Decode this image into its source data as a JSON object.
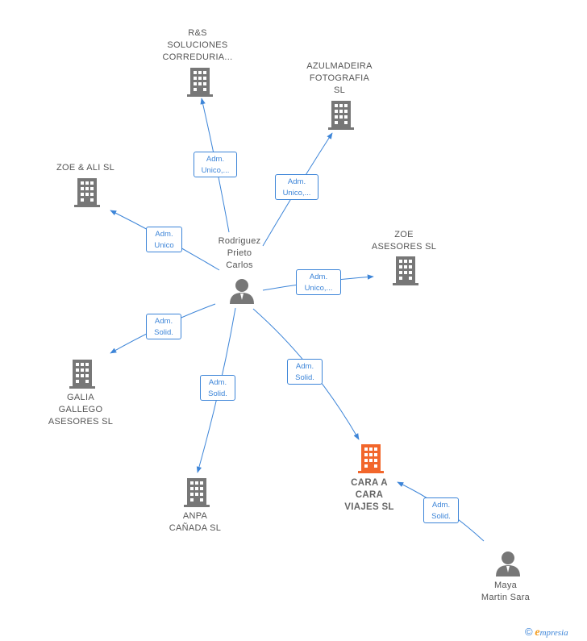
{
  "nodes": {
    "rys": {
      "lines": [
        "R&S",
        "SOLUCIONES",
        "CORREDURIA..."
      ],
      "type": "company"
    },
    "azulmadeira": {
      "lines": [
        "AZULMADEIRA",
        "FOTOGRAFIA",
        "SL"
      ],
      "type": "company"
    },
    "zoeali": {
      "lines": [
        "ZOE & ALI SL"
      ],
      "type": "company"
    },
    "zoeasesores": {
      "lines": [
        "ZOE",
        "ASESORES SL"
      ],
      "type": "company"
    },
    "galia": {
      "lines": [
        "GALIA",
        "GALLEGO",
        "ASESORES SL"
      ],
      "type": "company"
    },
    "anpa": {
      "lines": [
        "ANPA",
        "CAÑADA SL"
      ],
      "type": "company"
    },
    "caraacara": {
      "lines": [
        "CARA A",
        "CARA",
        "VIAJES SL"
      ],
      "type": "company-focus"
    },
    "rodriguez": {
      "lines": [
        "Rodriguez",
        "Prieto",
        "Carlos"
      ],
      "type": "person"
    },
    "maya": {
      "lines": [
        "Maya",
        "Martin Sara"
      ],
      "type": "person"
    }
  },
  "edges": [
    {
      "id": "e-rys",
      "lines": [
        "Adm.",
        "Unico,..."
      ]
    },
    {
      "id": "e-azul",
      "lines": [
        "Adm.",
        "Unico,..."
      ]
    },
    {
      "id": "e-zoeali",
      "lines": [
        "Adm.",
        "Unico"
      ]
    },
    {
      "id": "e-zoeases",
      "lines": [
        "Adm.",
        "Unico,..."
      ]
    },
    {
      "id": "e-galia",
      "lines": [
        "Adm.",
        "Solid."
      ]
    },
    {
      "id": "e-anpa",
      "lines": [
        "Adm.",
        "Solid."
      ]
    },
    {
      "id": "e-cara",
      "lines": [
        "Adm.",
        "Solid."
      ]
    },
    {
      "id": "e-maya",
      "lines": [
        "Adm.",
        "Solid."
      ]
    }
  ],
  "colors": {
    "edge": "#3d85d8",
    "company": "#777777",
    "focus": "#f2662b",
    "person": "#777777"
  },
  "footer": {
    "copyright": "©",
    "brand_first": "e",
    "brand_rest": "mpresia"
  }
}
